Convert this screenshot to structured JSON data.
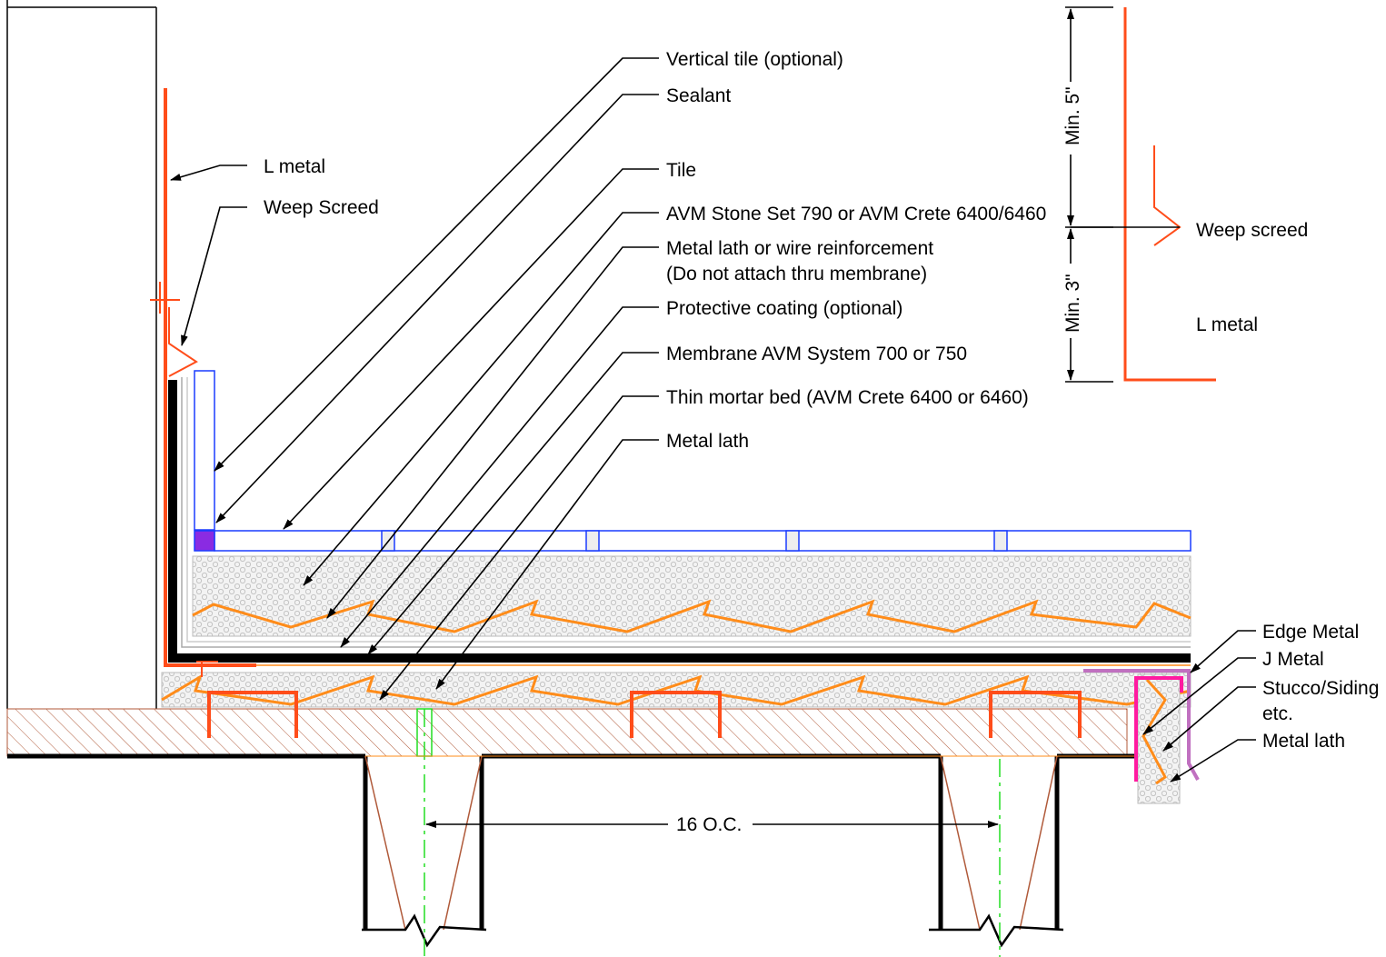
{
  "labels": {
    "vertical_tile": "Vertical tile (optional)",
    "sealant": "Sealant",
    "tile": "Tile",
    "mortar": "AVM Stone Set 790 or AVM Crete 6400/6460",
    "lath_or_wire_1": "Metal lath or wire reinforcement",
    "lath_or_wire_2": "(Do not attach thru membrane)",
    "protective_coating": "Protective coating (optional)",
    "membrane": "Membrane AVM System 700 or 750",
    "thin_mortar_bed": "Thin mortar bed (AVM Crete 6400 or 6460)",
    "metal_lath": "Metal lath",
    "l_metal_left": "L metal",
    "weep_screed_left": "Weep Screed",
    "edge_metal": "Edge Metal",
    "j_metal": "J Metal",
    "stucco_1": "Stucco/Siding",
    "stucco_2": "etc.",
    "metal_lath_right": "Metal lath",
    "min_5": "Min. 5\"",
    "min_3": "Min. 3\"",
    "weep_screed_right": "Weep screed",
    "l_metal_right": "L metal",
    "spacing": "16 O.C."
  },
  "colors": {
    "flashing": "#ff4d1a",
    "lath": "#ff8c1a",
    "tile": "#1a3cff",
    "sealant": "#8a2be2",
    "edge_metal": "#c070c0",
    "j_metal": "#ff1aa0",
    "joist_centerline": "#22dd22",
    "substrate_hatch": "#b05a3a"
  }
}
